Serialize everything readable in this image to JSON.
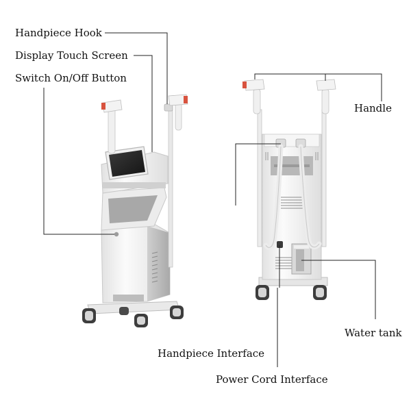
{
  "labels": {
    "handpiece_hook": "Handpiece Hook",
    "display_touch_screen": "Display Touch Screen",
    "switch_button": "Switch On/Off  Button",
    "handle": "Handle",
    "water_tank": "Water tank",
    "handpiece_interface": "Handpiece Interface",
    "power_cord_interface": "Power Cord Interface"
  },
  "colors": {
    "body": "#f4f4f4",
    "shadow": "#c9c9c9",
    "accent": "#d8533f",
    "screen": "#2a2a2a",
    "line": "#222222"
  }
}
